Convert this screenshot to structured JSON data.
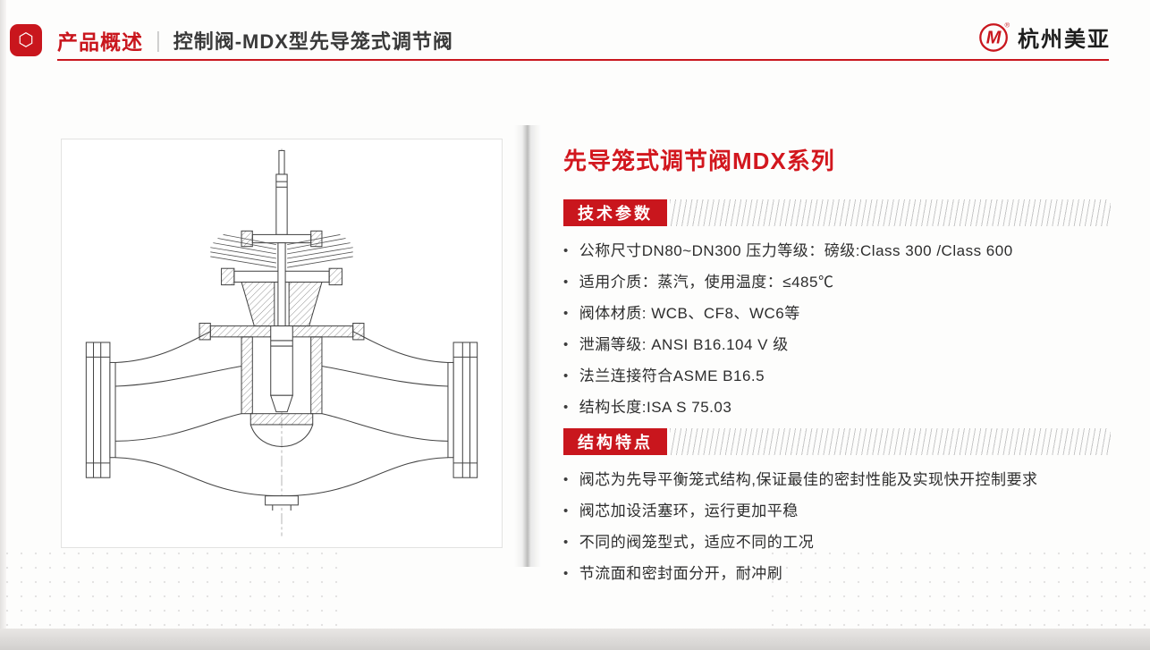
{
  "page": {
    "accent_color": "#c9161d"
  },
  "header": {
    "section_label": "产品概述",
    "separator": "|",
    "title": "控制阀-MDX型先导笼式调节阀"
  },
  "logo": {
    "mark": "M",
    "registered": "®",
    "brand": "杭州美亚"
  },
  "icons": {
    "app_icon_glyph": "⬡"
  },
  "content": {
    "title": "先导笼式调节阀MDX系列",
    "bullet_glyph": "•",
    "sections": [
      {
        "badge": "技术参数",
        "bullets": [
          "公称尺寸DN80~DN300  压力等级：磅级:Class 300 /Class 600",
          "适用介质：蒸汽，使用温度：≤485℃",
          "阀体材质: WCB、CF8、WC6等",
          "泄漏等级: ANSI B16.104 V 级",
          "法兰连接符合ASME B16.5",
          "结构长度:ISA S 75.03"
        ]
      },
      {
        "badge": "结构特点",
        "bullets": [
          "阀芯为先导平衡笼式结构,保证最佳的密封性能及实现快开控制要求",
          "阀芯加设活塞环，运行更加平稳",
          "不同的阀笼型式，适应不同的工况",
          "节流面和密封面分开，耐冲刷"
        ]
      }
    ]
  }
}
